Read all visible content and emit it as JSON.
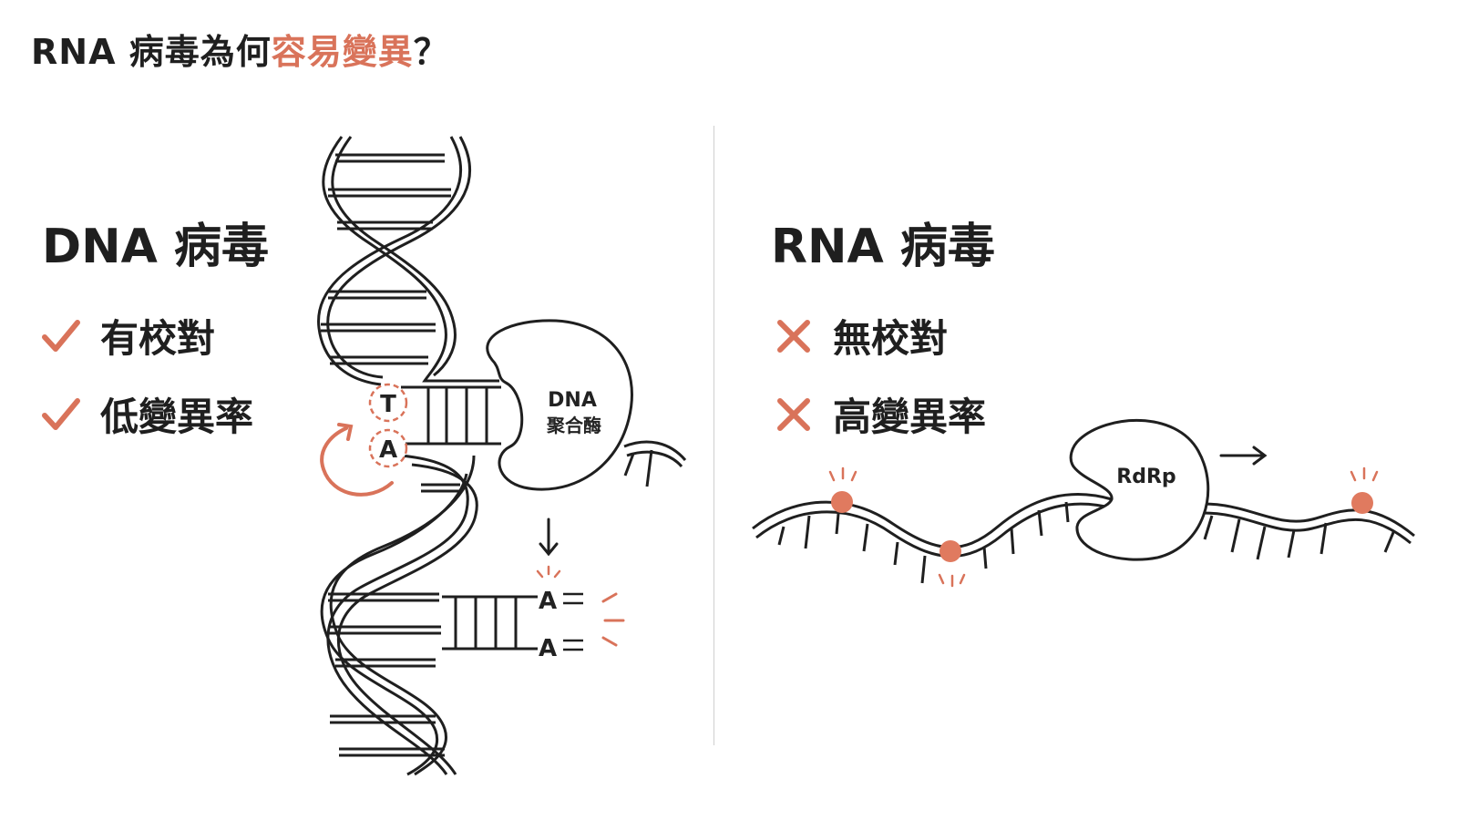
{
  "title": {
    "prefix": "RNA 病毒為何",
    "highlight": "容易變異",
    "suffix": "？"
  },
  "left": {
    "heading": "DNA 病毒",
    "items": [
      {
        "icon": "check-icon",
        "label": "有校對"
      },
      {
        "icon": "check-icon",
        "label": "低變異率"
      }
    ],
    "enzyme_line1": "DNA",
    "enzyme_line2": "聚合酶",
    "base_top": "T",
    "base_bottom": "A",
    "result_base_1": "A",
    "result_base_2": "A"
  },
  "right": {
    "heading": "RNA 病毒",
    "items": [
      {
        "icon": "cross-icon",
        "label": "無校對"
      },
      {
        "icon": "cross-icon",
        "label": "高變異率"
      }
    ],
    "enzyme": "RdRp"
  },
  "colors": {
    "accent": "#d9735a",
    "ink": "#1f1f1f",
    "divider": "#cfcfcf"
  }
}
